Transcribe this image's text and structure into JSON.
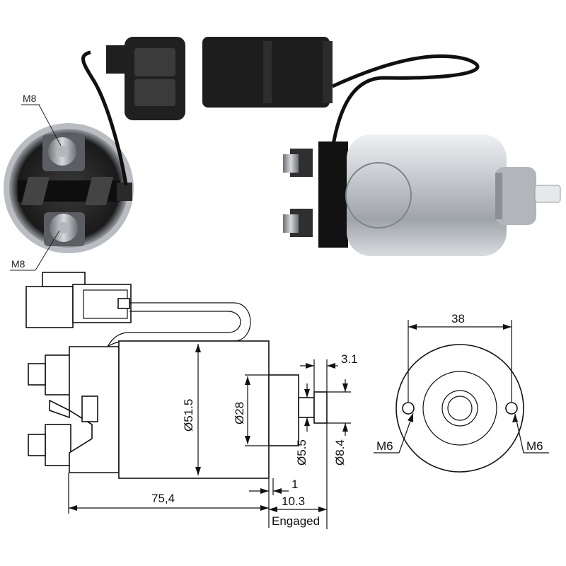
{
  "photo_labels": {
    "top_stud": "M8",
    "bottom_stud": "M8"
  },
  "dimensions": {
    "length": "75,4",
    "body_diameter": "Ø51.5",
    "boss_diameter": "Ø28",
    "plunger_diameter": "Ø5.5",
    "tip_diameter": "Ø8.4",
    "tip_length": "3.1",
    "gap": "1",
    "engaged_stroke": "10.3",
    "engaged_label": "Engaged",
    "bolt_spacing": "38",
    "left_mount": "M6",
    "right_mount": "M6"
  },
  "colors": {
    "line": "#111111",
    "metal": "#c9ccd0",
    "dark": "#1b1b1b"
  }
}
